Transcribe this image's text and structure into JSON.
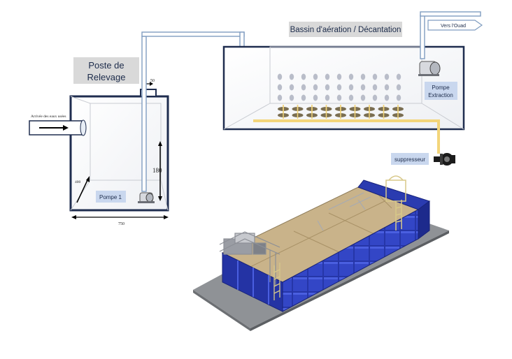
{
  "labels": {
    "poste_line1": "Poste de",
    "poste_line2": "Relevage",
    "bassin": "Bassin d'aération / Décantation",
    "vers_ouad": "Vers l'Ouad",
    "pompe_extraction_line1": "Pompe",
    "pompe_extraction_line2": "Extraction",
    "arrivee": "Arrivée des eaux usées",
    "pompe1": "Pompe 1",
    "suppresseur": "suppresseur"
  },
  "dimensions": {
    "pipe": "50",
    "height": "180",
    "depth": "400",
    "width": "750"
  },
  "colors": {
    "tank_stroke": "#1f2d4f",
    "pipe": "#9bb7d4",
    "air_line": "#f3d57a",
    "label_bg": "#d9d9d9",
    "pump_label_bg": "#c9d7ee",
    "container_blue": "#2a3bb0"
  },
  "icons": [
    "pump-icon",
    "blower-icon",
    "arrow-icon"
  ]
}
